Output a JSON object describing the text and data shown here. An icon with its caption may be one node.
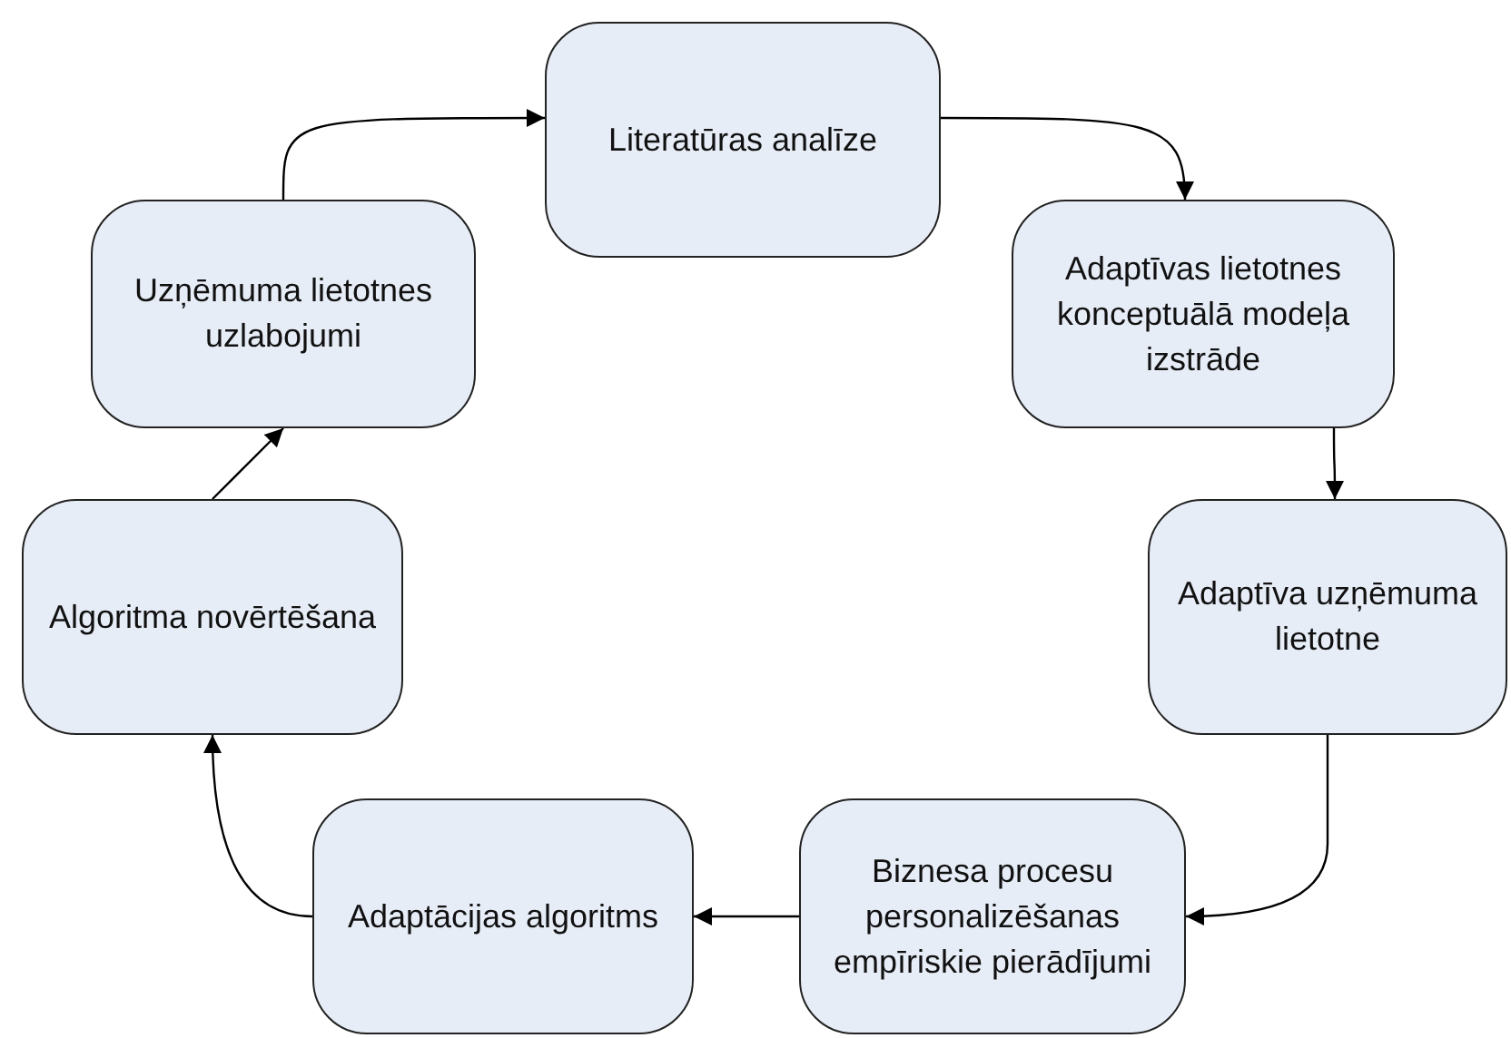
{
  "diagram": {
    "nodes": [
      {
        "text": [
          "Literatūras analīze"
        ]
      },
      {
        "text": [
          "Adaptīvas lietotnes konceptuālā modeļa izstrāde"
        ]
      },
      {
        "text": [
          "Adaptīva uzņēmuma lietotne"
        ]
      },
      {
        "text": [
          "Biznesa procesu personalizēšanas empīriskie pierādījumi"
        ]
      },
      {
        "text": [
          "Adaptācijas algoritms"
        ]
      },
      {
        "text": [
          "Algoritma novērtēšana"
        ]
      },
      {
        "text": [
          "Uzņēmuma lietotnes uzlabojumi"
        ]
      }
    ],
    "edges": [
      {
        "from": 0,
        "to": 1,
        "arrow": "to"
      },
      {
        "from": 1,
        "to": 2,
        "arrow": "to"
      },
      {
        "from": 2,
        "to": 3,
        "arrow": "to"
      },
      {
        "from": 3,
        "to": 4,
        "arrow": "to"
      },
      {
        "from": 4,
        "to": 5,
        "arrow": "to"
      },
      {
        "from": 5,
        "to": 6,
        "arrow": "to"
      },
      {
        "from": 6,
        "to": 0,
        "arrow": "to"
      }
    ]
  }
}
